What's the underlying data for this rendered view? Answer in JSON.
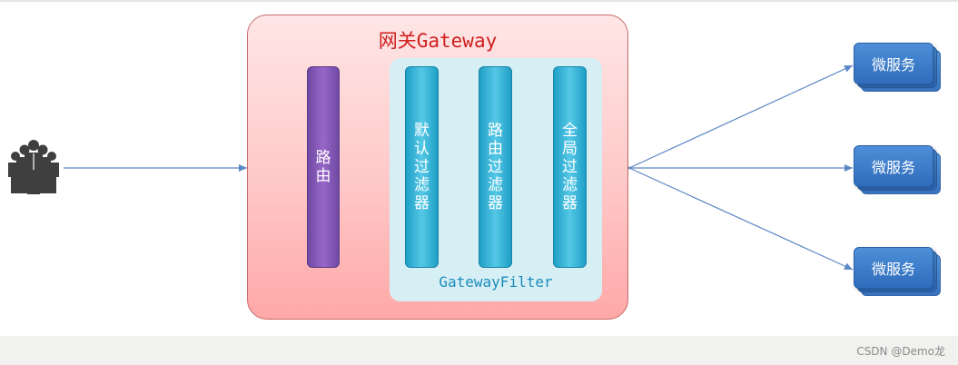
{
  "gateway": {
    "title": "网关Gateway"
  },
  "route_label": "路由",
  "filter_group_label": "GatewayFilter",
  "filters": [
    {
      "label": "默认过滤器"
    },
    {
      "label": "路由过滤器"
    },
    {
      "label": "全局过滤器"
    }
  ],
  "services": [
    {
      "label": "微服务"
    },
    {
      "label": "微服务"
    },
    {
      "label": "微服务"
    }
  ],
  "watermark": "CSDN @Demo龙",
  "colors": {
    "gateway_title": "#cf1f1f",
    "route_bar": "#7d55b3",
    "filter_bar": "#35b4da",
    "service_box": "#3a78c8",
    "arrow": "#5b87c5"
  },
  "icons": {
    "users": "users-icon"
  }
}
